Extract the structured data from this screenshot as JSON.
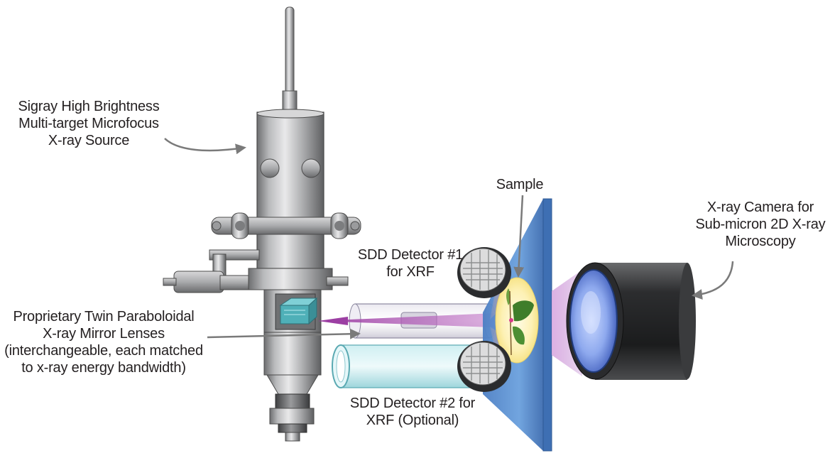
{
  "labels": {
    "source": "Sigray High Brightness\nMulti-target Microfocus\nX-ray Source",
    "mirror": "Proprietary Twin Paraboloidal\nX-ray Mirror Lenses\n(interchangeable, each matched\nto x-ray energy bandwidth)",
    "detector1": "SDD Detector #1\nfor XRF",
    "detector2": "SDD Detector #2 for\nXRF (Optional)",
    "sample": "Sample",
    "camera": "X-ray Camera for\nSub-micron 2D X-ray\nMicroscopy"
  },
  "colors": {
    "label_text": "#231f20",
    "pointer_arrow": "#7a7a7a",
    "sample_stage": "#5b8fd0",
    "beam": "#9c3fa3",
    "mirror_optic": "#4fb0b8",
    "leaf": "#3f7d2a"
  }
}
